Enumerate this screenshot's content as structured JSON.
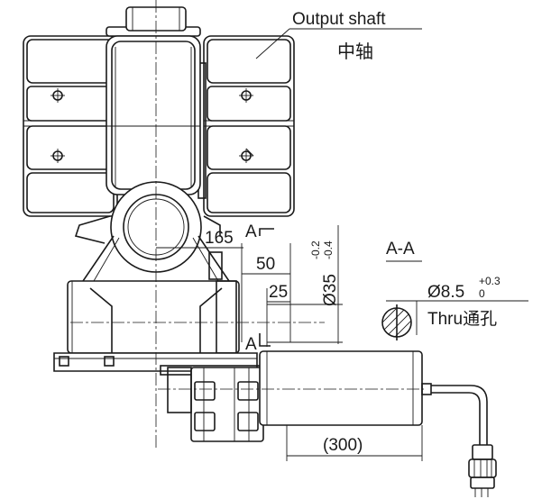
{
  "labels": {
    "output_shaft_en": "Output shaft",
    "output_shaft_cn": "中轴",
    "section_name": "A-A",
    "hole_diameter": "Ø8.5",
    "hole_tol_upper": "+0.3",
    "hole_tol_lower": "0",
    "hole_note": "Thru通孔",
    "section_mark_top": "A",
    "section_mark_bottom": "A"
  },
  "dimensions": {
    "d165": "165",
    "d50": "50",
    "d25": "25",
    "shaft_diameter": "Ø35",
    "shaft_tol_upper": "-0.2",
    "shaft_tol_lower": "-0.4",
    "motor_length": "(300)"
  },
  "colors": {
    "line": "#1a1a1a",
    "background": "#ffffff"
  }
}
